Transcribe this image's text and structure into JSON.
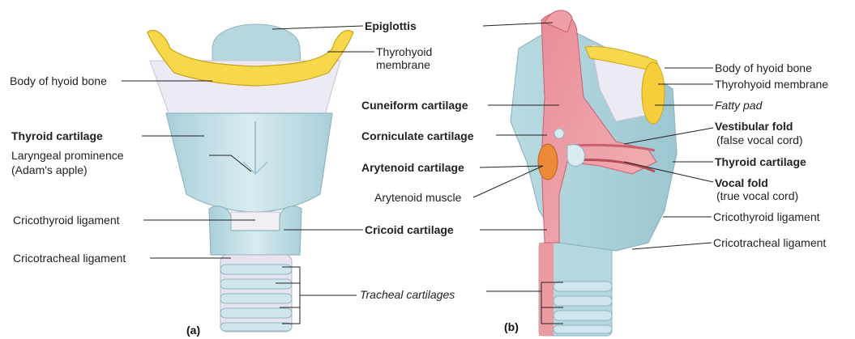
{
  "panels": {
    "a": "(a)",
    "b": "(b)"
  },
  "labels": {
    "epiglottis": "Epiglottis",
    "thyrohyoid_membrane_a_1": "Thyrohyoid",
    "thyrohyoid_membrane_a_2": "membrane",
    "body_of_hyoid_bone_a": "Body of hyoid bone",
    "cuneiform_cartilage": "Cuneiform cartilage",
    "thyroid_cartilage_a": "Thyroid cartilage",
    "corniculate_cartilage": "Corniculate cartilage",
    "laryngeal_prominence_1": "Laryngeal prominence",
    "laryngeal_prominence_2": "(Adam's apple)",
    "arytenoid_cartilage": "Arytenoid cartilage",
    "arytenoid_muscle": "Arytenoid muscle",
    "cricothyroid_ligament_a": "Cricothyroid ligament",
    "cricoid_cartilage": "Cricoid cartilage",
    "cricotracheal_ligament_a": "Cricotracheal ligament",
    "tracheal_cartilages": "Tracheal cartilages",
    "body_of_hyoid_bone_b": "Body of hyoid bone",
    "thyrohyoid_membrane_b": "Thyrohyoid membrane",
    "fatty_pad": "Fatty pad",
    "vestibular_fold": "Vestibular fold",
    "vestibular_fold_sub": "(false vocal cord)",
    "thyroid_cartilage_b": "Thyroid cartilage",
    "vocal_fold": "Vocal fold",
    "vocal_fold_sub": "(true vocal cord)",
    "cricothyroid_ligament_b": "Cricothyroid ligament",
    "cricotracheal_ligament_b": "Cricotracheal ligament"
  }
}
